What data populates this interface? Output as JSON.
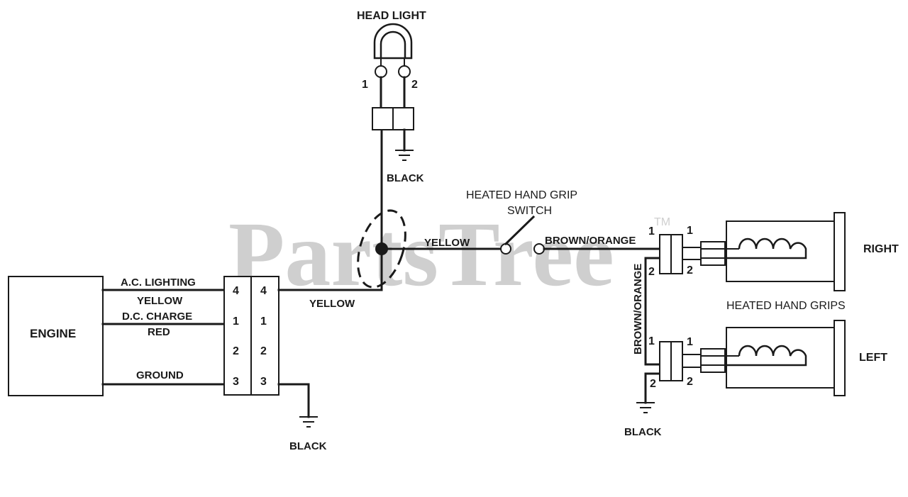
{
  "watermark": {
    "text": "PartsTree",
    "tm": "TM"
  },
  "components": {
    "engine": "ENGINE",
    "head_light": "HEAD LIGHT",
    "switch_line1": "HEATED HAND GRIP",
    "switch_line2": "SWITCH",
    "hand_grips": "HEATED HAND GRIPS",
    "right": "RIGHT",
    "left": "LEFT"
  },
  "engine_wires": {
    "ac_lighting": "A.C. LIGHTING",
    "yellow": "YELLOW",
    "dc_charge": "D.C. CHARGE",
    "red": "RED",
    "ground": "GROUND"
  },
  "connector_pins": [
    "4",
    "1",
    "2",
    "3"
  ],
  "wire_labels": {
    "yellow_out": "YELLOW",
    "yellow_switch": "YELLOW",
    "brown_orange_h": "BROWN/ORANGE",
    "brown_orange_v": "BROWN/ORANGE",
    "black_headlight": "BLACK",
    "black_engine": "BLACK",
    "black_grips": "BLACK"
  },
  "headlight_pins": [
    "1",
    "2"
  ],
  "grip_pins": {
    "one": "1",
    "two": "2"
  }
}
